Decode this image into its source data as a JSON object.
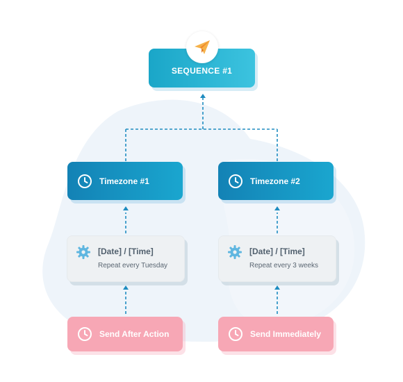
{
  "sequence": {
    "label": "SEQUENCE #1",
    "icon": "paper-plane-icon"
  },
  "timezones": [
    {
      "label": "Timezone #1",
      "icon": "clock-icon"
    },
    {
      "label": "Timezone #2",
      "icon": "clock-icon"
    }
  ],
  "schedules": [
    {
      "title": "[Date] / [Time]",
      "subtitle": "Repeat every Tuesday",
      "icon": "gear-icon"
    },
    {
      "title": "[Date] / [Time]",
      "subtitle": "Repeat every 3 weeks",
      "icon": "gear-icon"
    }
  ],
  "triggers": [
    {
      "label": "Send After Action",
      "icon": "clock-icon"
    },
    {
      "label": "Send Immediately",
      "icon": "clock-icon"
    }
  ],
  "colors": {
    "sequence": "#26b3d3",
    "timezone": "#1590c2",
    "schedule": "#eef1f3",
    "trigger": "#f7a7b5",
    "connector": "#1e8cc0",
    "background_blob": "#eef4fa"
  }
}
